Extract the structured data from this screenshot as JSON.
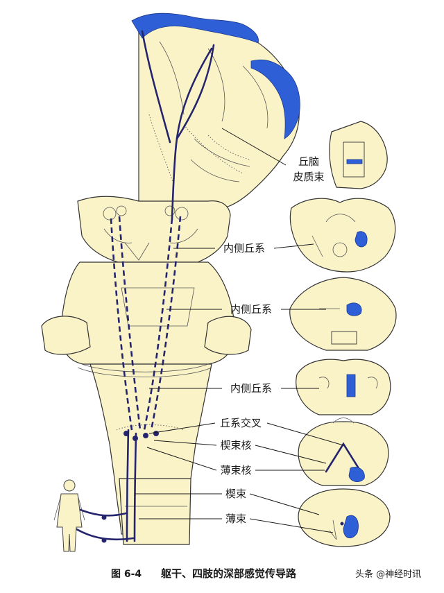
{
  "labels": {
    "thalamocortical": [
      "丘脑",
      "皮质束"
    ],
    "medial_lemniscus_1": "内侧丘系",
    "medial_lemniscus_2": "内侧丘系",
    "medial_lemniscus_3": "内侧丘系",
    "lemniscal_decussation": "丘系交叉",
    "cuneate_nucleus": "楔束核",
    "gracile_nucleus": "薄束核",
    "cuneate_fasciculus": "楔束",
    "gracile_fasciculus": "薄束"
  },
  "caption": {
    "number": "图 6-4",
    "title": "躯干、四肢的深部感觉传导路"
  },
  "watermark": "头条 @神经时讯",
  "colors": {
    "tissue": "#fbf3c8",
    "pathway": "#25256e",
    "cortex_highlight": "#2f5fd6"
  }
}
